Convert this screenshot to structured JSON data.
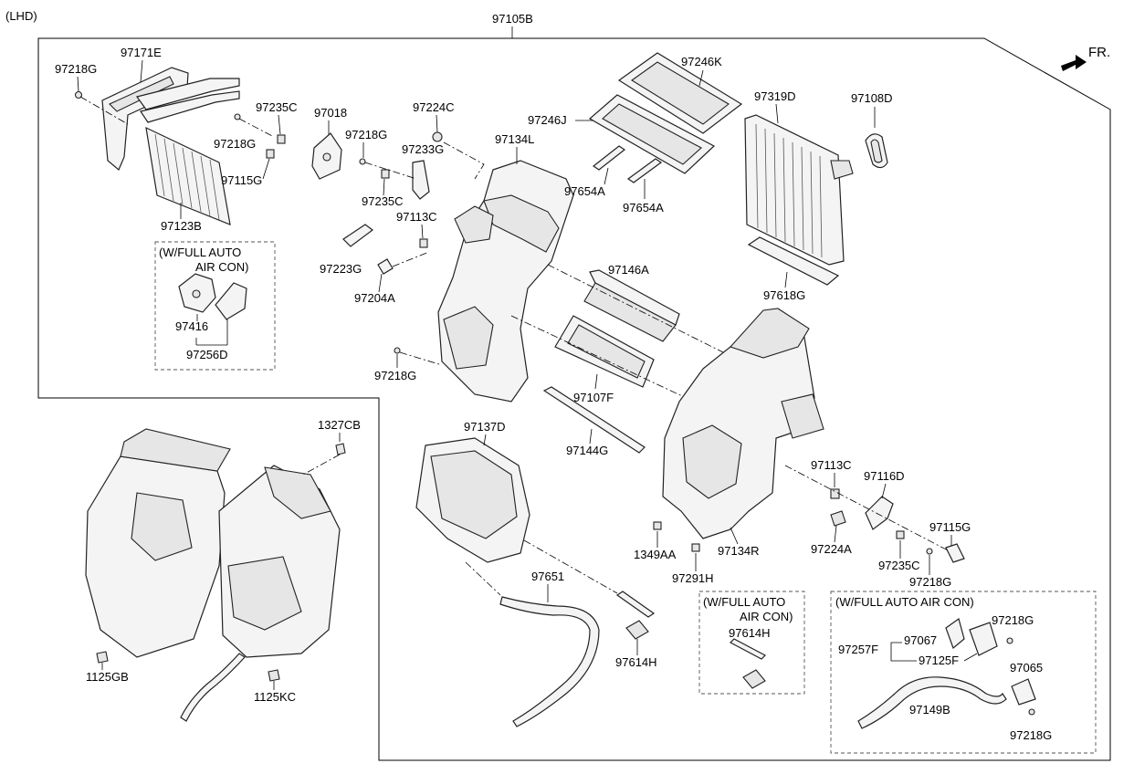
{
  "header": {
    "variant": "(LHD)",
    "assembly": "97105B",
    "direction": "FR."
  },
  "groups": {
    "full_auto_left": "(W/FULL AUTO AIR CON)",
    "full_auto_mid": "(W/FULL AUTO AIR CON)",
    "full_auto_right": "(W/FULL AUTO AIR CON)"
  },
  "parts": {
    "p97218G_a": "97218G",
    "p97171E": "97171E",
    "p97235C_a": "97235C",
    "p97018": "97018",
    "p97218G_b": "97218G",
    "p97115G_a": "97115G",
    "p97123B": "97123B",
    "p97224C": "97224C",
    "p97218G_c": "97218G",
    "p97233G": "97233G",
    "p97134L": "97134L",
    "p97235C_b": "97235C",
    "p97113C_a": "97113C",
    "p97223G": "97223G",
    "p97204A": "97204A",
    "p97246K": "97246K",
    "p97246J": "97246J",
    "p97654A_a": "97654A",
    "p97654A_b": "97654A",
    "p97319D": "97319D",
    "p97108D": "97108D",
    "p97618G": "97618G",
    "p97146A": "97146A",
    "p97107F": "97107F",
    "p97144G": "97144G",
    "p97416": "97416",
    "p97256D": "97256D",
    "p97218G_d": "97218G",
    "p97137D": "97137D",
    "p1327CB": "1327CB",
    "p97113C_b": "97113C",
    "p97116D": "97116D",
    "p97115G_b": "97115G",
    "p97224A": "97224A",
    "p97235C_c": "97235C",
    "p97218G_e": "97218G",
    "p1349AA": "1349AA",
    "p97134R": "97134R",
    "p97291H": "97291H",
    "p97651": "97651",
    "p97614H_a": "97614H",
    "p97614H_b": "97614H",
    "p1125GB": "1125GB",
    "p1125KC": "1125KC",
    "p97067": "97067",
    "p97218G_f": "97218G",
    "p97257F": "97257F",
    "p97125F": "97125F",
    "p97065": "97065",
    "p97149B": "97149B",
    "p97218G_g": "97218G"
  }
}
